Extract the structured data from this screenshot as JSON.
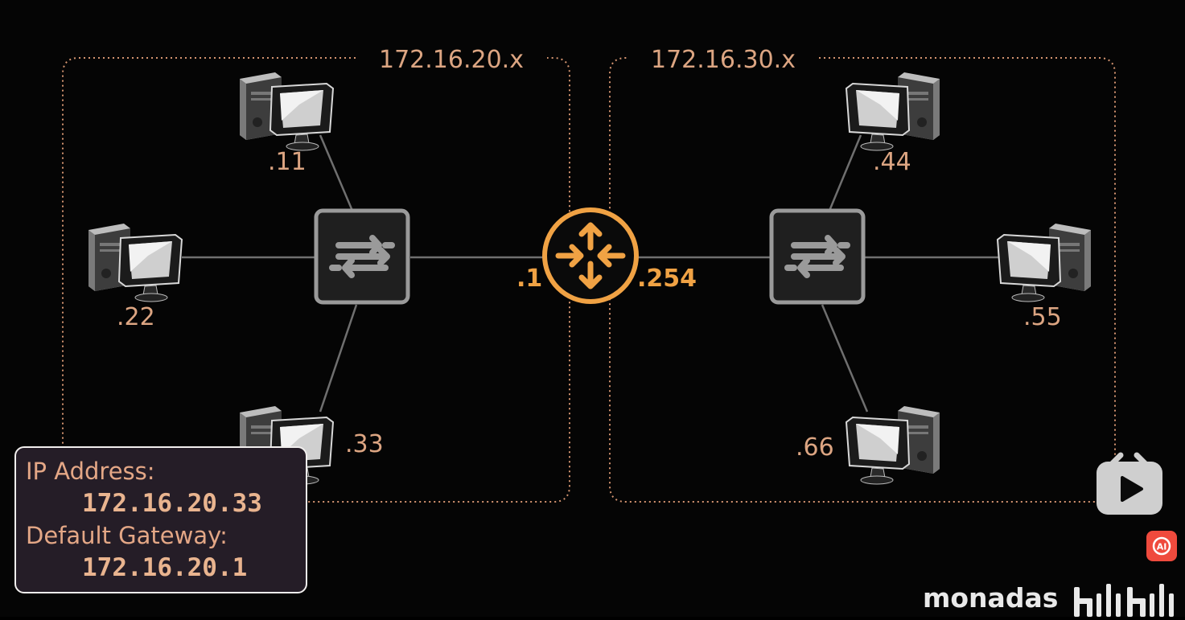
{
  "diagram": {
    "subnets": [
      {
        "label": "172.16.20.x"
      },
      {
        "label": "172.16.30.x"
      }
    ],
    "hosts": [
      {
        "label": ".11"
      },
      {
        "label": ".22"
      },
      {
        "label": ".33"
      },
      {
        "label": ".44"
      },
      {
        "label": ".55"
      },
      {
        "label": ".66"
      }
    ],
    "router": {
      "left_interface": ".1",
      "right_interface": ".254"
    },
    "colors": {
      "subnet_border": "#d49470",
      "label_text": "#dca582",
      "router_accent": "#f0a244",
      "switch_gray": "#9a9a9a",
      "link_gray": "#6f6f6f"
    }
  },
  "info_panel": {
    "ip_label": "IP Address:",
    "ip_value": "172.16.20.33",
    "gateway_label": "Default Gateway:",
    "gateway_value": "172.16.20.1"
  },
  "watermark": {
    "author": "monadas",
    "logo": "bilibili-tv-icon",
    "ai_badge": "ai-icon"
  }
}
